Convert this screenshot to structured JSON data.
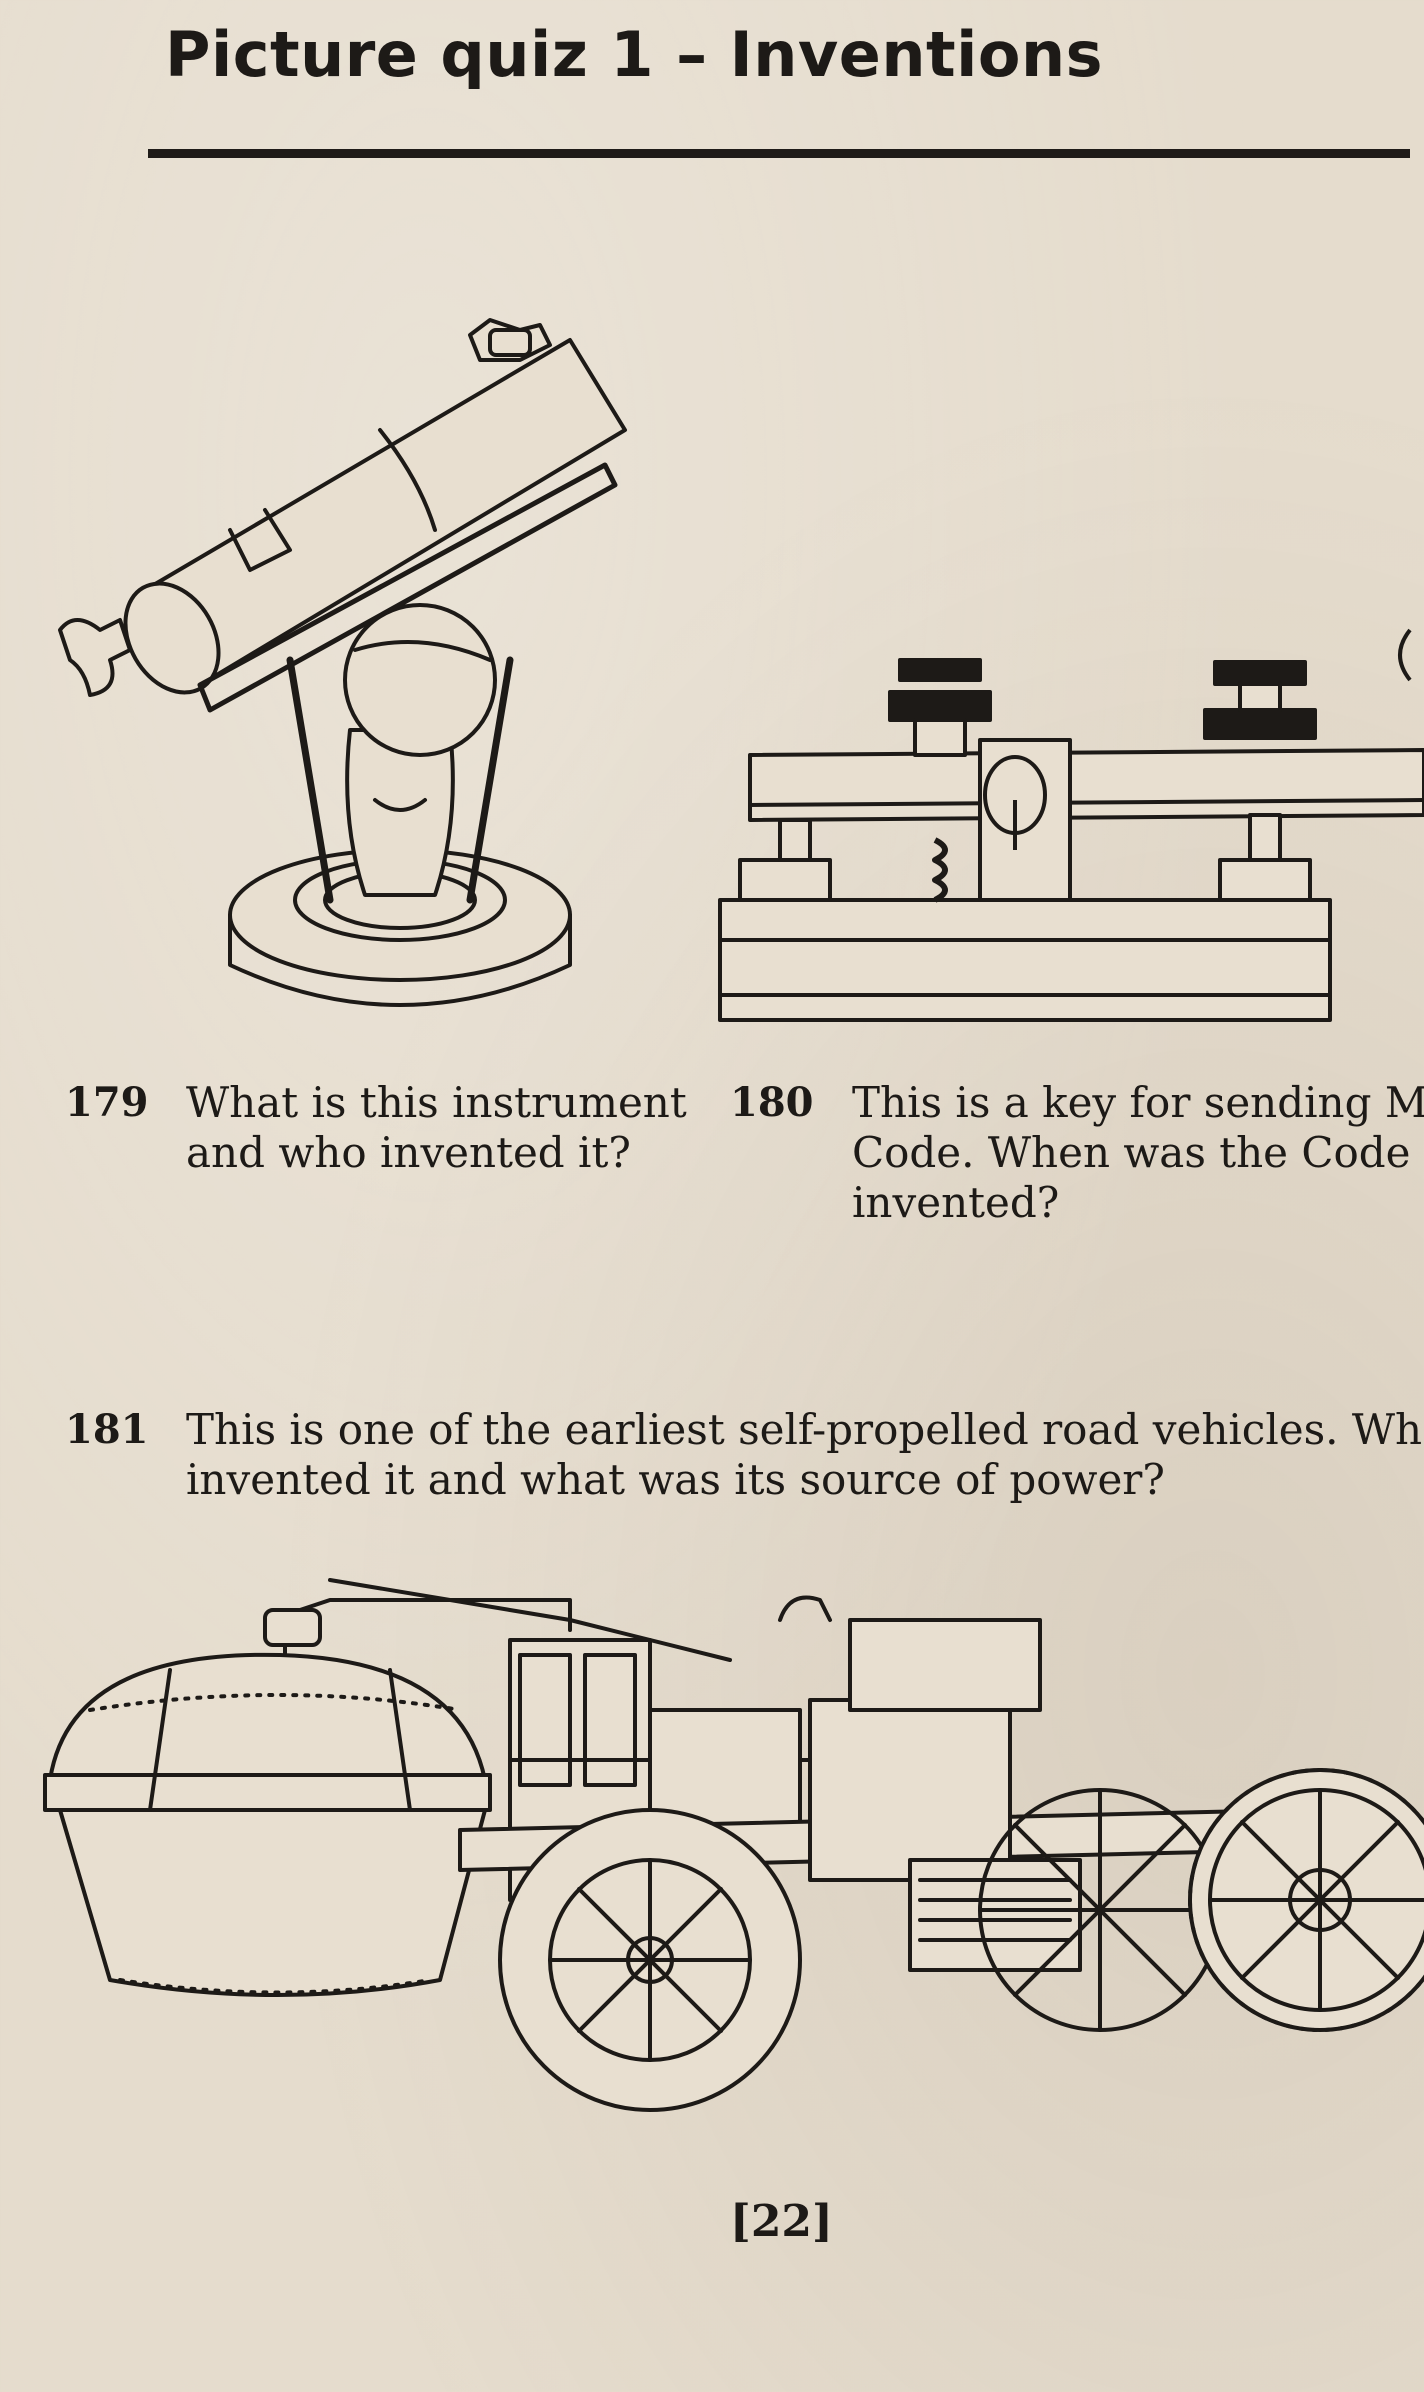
{
  "header": {
    "title": "Picture quiz 1 – Inventions"
  },
  "questions": [
    {
      "number": "179",
      "lines": [
        "What is this instrument",
        "and who invented it?"
      ]
    },
    {
      "number": "180",
      "lines": [
        "This is a key for sending Mor",
        "Code. When was the Code",
        "invented?"
      ]
    },
    {
      "number": "181",
      "lines": [
        "This is one of the earliest self-propelled road vehicles. Who",
        "invented it and what was its source of power?"
      ]
    }
  ],
  "illustrations": {
    "telescope": "telescope-drawing",
    "morse_key": "morse-key-drawing",
    "steam_vehicle": "steam-vehicle-drawing"
  },
  "footer": {
    "page_number": "[22]"
  }
}
